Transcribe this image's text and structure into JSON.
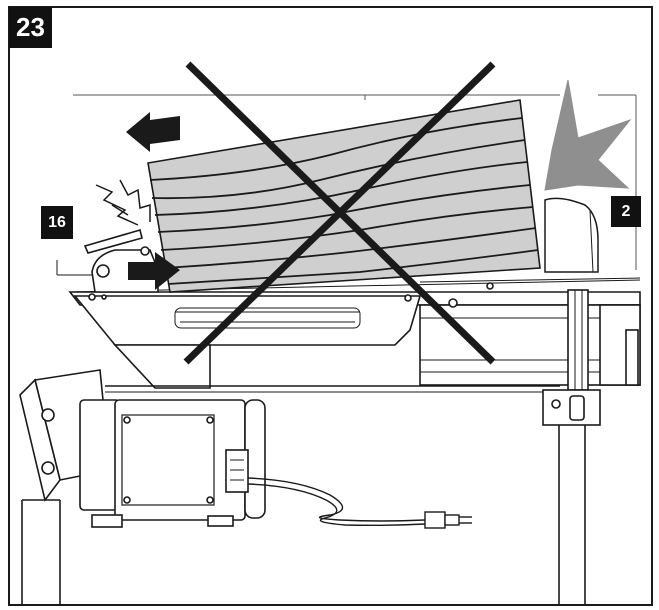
{
  "figure": {
    "number": "23",
    "callouts": {
      "part_16": "16",
      "part_2": "2"
    }
  },
  "colors": {
    "line": "#1a1a1a",
    "board_fill": "#cfcfcf",
    "burst_fill": "#8f8f8f",
    "label_bg": "#111111",
    "label_text": "#ffffff"
  },
  "icons": [
    "warning-cross-icon",
    "arrow-left-icon",
    "arrow-right-icon",
    "spark-burst-icon",
    "kickback-star-icon"
  ]
}
